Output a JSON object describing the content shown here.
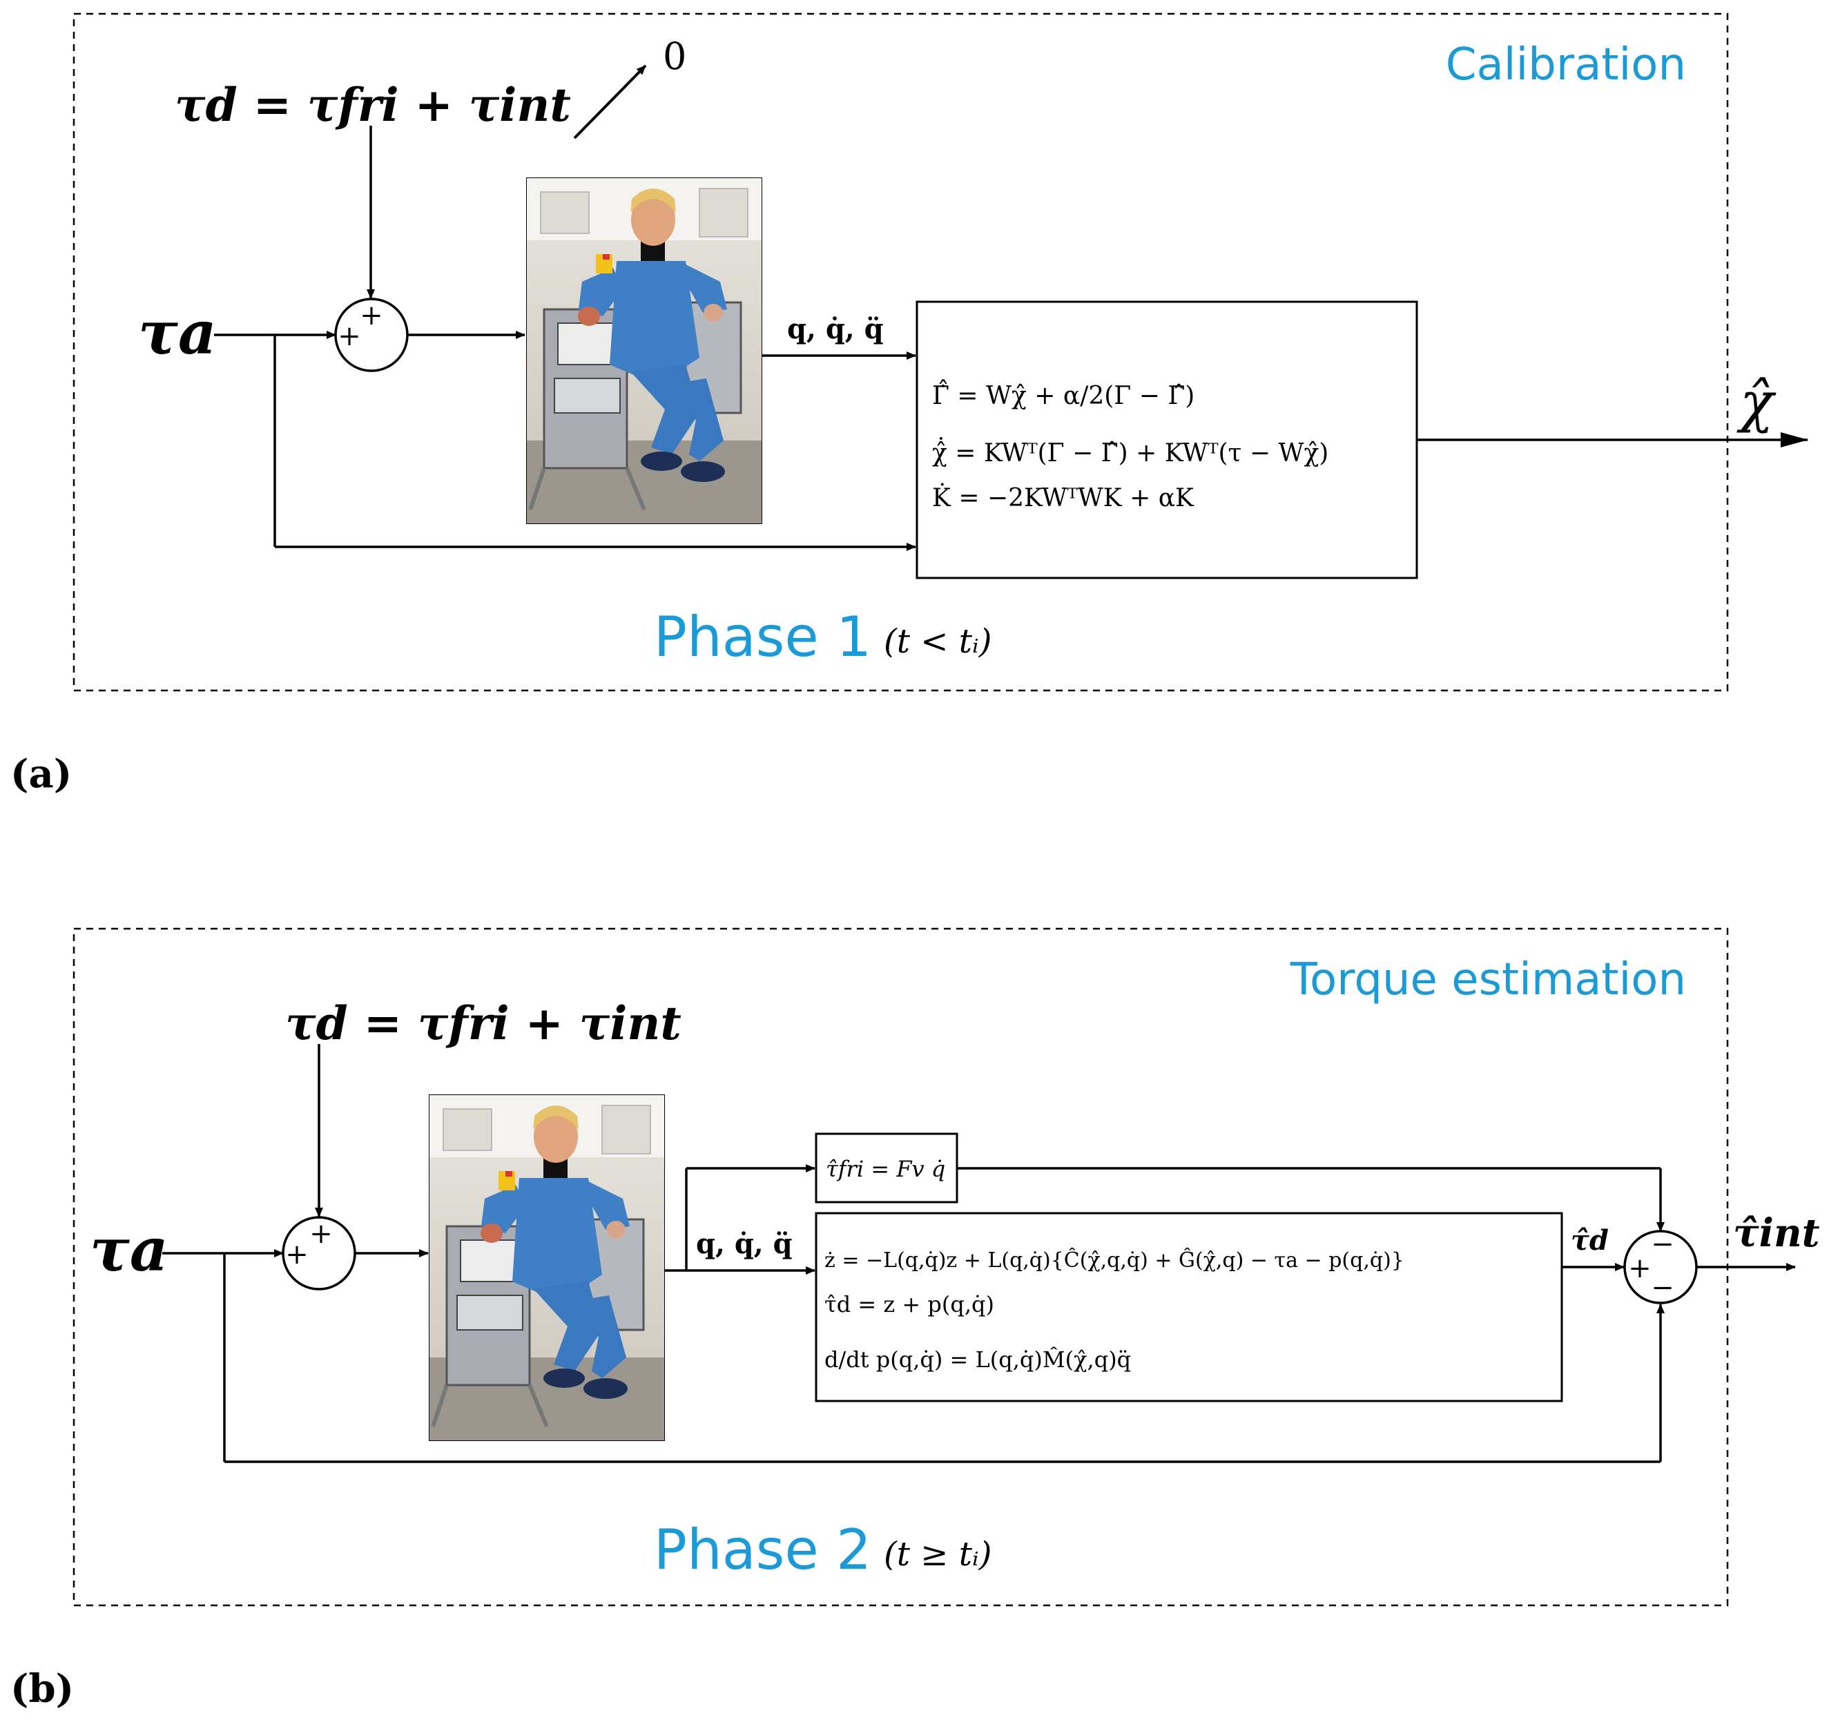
{
  "panel_a": {
    "label": "(a)",
    "title": "Calibration",
    "phase_label": "Phase 1",
    "phase_condition": "(t < tᵢ)",
    "disturbance_eq": "τd = τfri + τint",
    "zero_mark": "0",
    "input": "τa",
    "sum_signs": [
      "+",
      "+"
    ],
    "feedback_signal": "q, q̇, q̈",
    "estimator_eqs": [
      "Γ̇̂ = Wχ̂ + α/2(Γ − Γ̂)",
      "χ̂̇ = KWᵀ(Γ − Γ̂) + KWᵀ(τ − Wχ̂)",
      "K̇ = −2KWᵀWK + αK"
    ],
    "output": "χ̂"
  },
  "panel_b": {
    "label": "(b)",
    "title": "Torque estimation",
    "phase_label": "Phase 2",
    "phase_condition": "(t ≥ tᵢ)",
    "disturbance_eq": "τd = τfri + τint",
    "input": "τa",
    "sum_signs": [
      "+",
      "+"
    ],
    "feedback_signal": "q, q̇, q̈",
    "friction_eq": "τ̂fri = Fv q̇",
    "observer_eqs": [
      "ż = −L(q,q̇)z + L(q,q̇){Ĉ(χ̂,q,q̇) + Ĝ(χ̂,q) − τa − p(q,q̇)}",
      "τ̂d = z + p(q,q̇)",
      "d/dt p(q,q̇) = L(q,q̇)M̂(χ̂,q)q̈"
    ],
    "observer_output": "τ̂d",
    "out_sum_signs": [
      "−",
      "+",
      "−"
    ],
    "output": "τ̂int"
  },
  "colors": {
    "accent": "#1a9bd7",
    "line": "#000000"
  },
  "icons": [
    "robot-mannequin-photo"
  ]
}
